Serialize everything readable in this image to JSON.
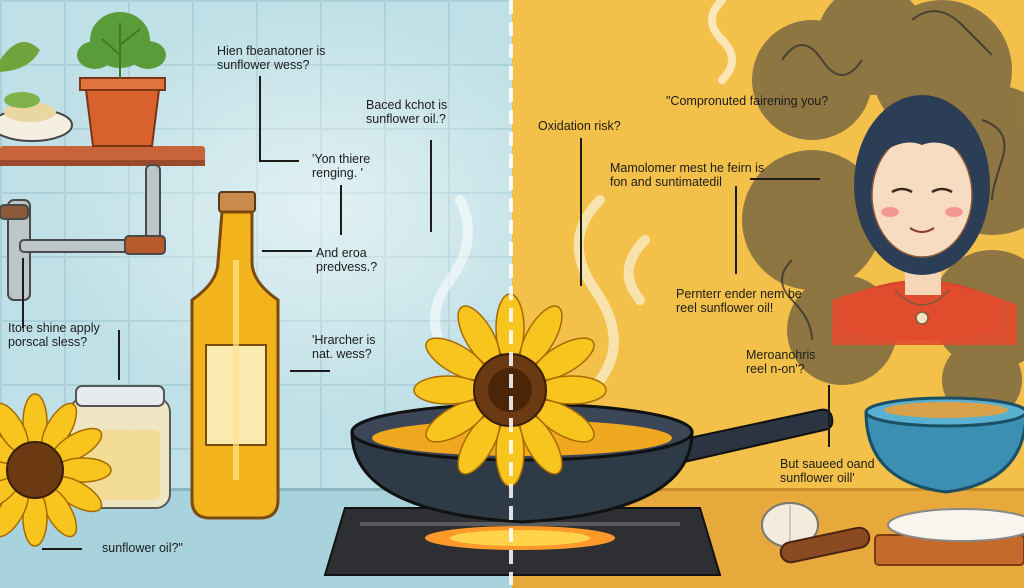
{
  "scene": {
    "left_bg": "#bfe0e6",
    "right_bg": "#f3c14a",
    "oil_color": "#f2b31c",
    "sunflower_petal": "#f7c51e",
    "sunflower_center": "#6b3a12",
    "pan_color": "#2e3a45",
    "smoke_color": "#3a3a3a"
  },
  "labels": {
    "l1": "Hien fbeanatoner is\nsunflower wess?",
    "l2": "Baced kchot is\nsunflower oil.?",
    "l3": "'Yon thiere\nrenging. '",
    "l4": "And eroa\npredvess.?",
    "l5": "Itore shine apply\nporscal sless?",
    "l6": "'Hrarcher is\nnat. wess?",
    "l7": "sunflower oil?\"",
    "r1": "Oxidation risk?",
    "r2": "\"Compronuted fairening you?",
    "r3": "Mamolomer mest he feirn is\nfon and suntimatedil",
    "r4": "Pernterr ender nem be\nreel sunflower oil!",
    "r5": "Meroanohris\nreel n-on'?",
    "r6": "But saueed oand\nsunflower oill'"
  }
}
